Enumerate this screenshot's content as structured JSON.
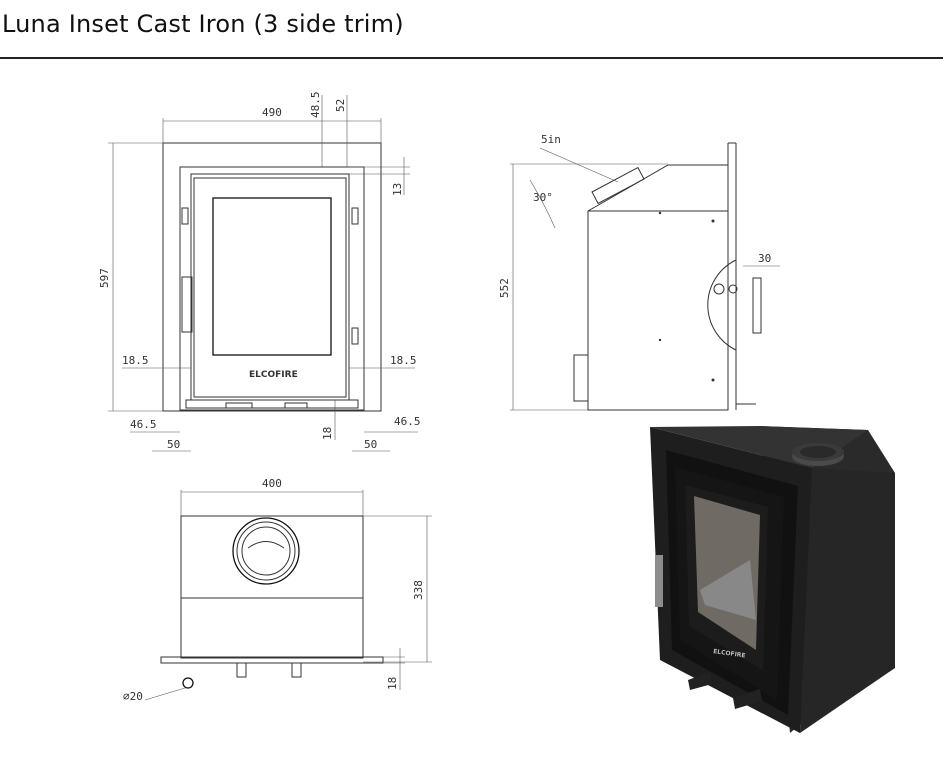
{
  "title": "Luna Inset Cast Iron (3 side trim)",
  "front_view": {
    "width": "490",
    "top_48_5": "48.5",
    "top_52": "52",
    "right_13": "13",
    "height": "597",
    "left_18_5": "18.5",
    "right_18_5": "18.5",
    "bottom_18": "18",
    "left_46_5": "46.5",
    "right_46_5": "46.5",
    "left_50": "50",
    "right_50": "50",
    "logo": "ELCOFIRE"
  },
  "side_view": {
    "label_5in": "5in",
    "angle": "30°",
    "height": "552",
    "depth_30": "30"
  },
  "top_view": {
    "width": "400",
    "depth": "338",
    "bottom_18": "18",
    "leg": "∅20"
  },
  "render": {
    "logo": "ELCOFIRE",
    "body_color": "#1e1e1e"
  }
}
